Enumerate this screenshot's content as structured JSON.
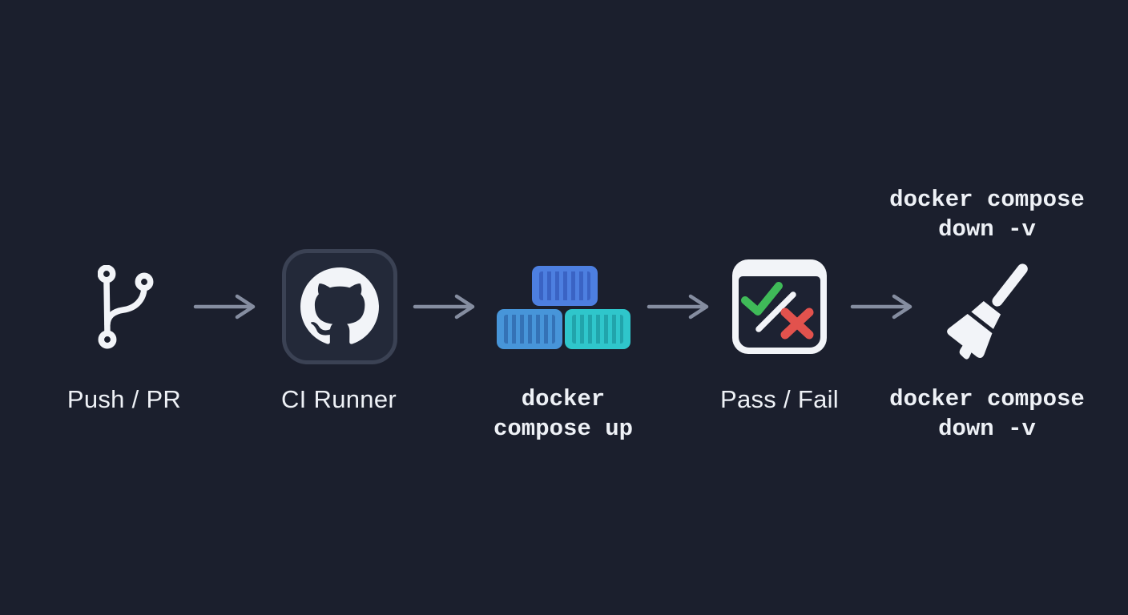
{
  "page": {
    "background_color": "#1b1f2d",
    "text_color": "#eef1f6"
  },
  "flow": {
    "arrow_color": "#858da0",
    "stages": [
      {
        "name": "push-pr",
        "icon": "git-branch-icon",
        "label": "Push / PR"
      },
      {
        "name": "ci-runner",
        "icon": "github-icon",
        "label": "CI Runner"
      },
      {
        "name": "docker-compose-up",
        "icon": "docker-containers-icon",
        "label_line1": "docker",
        "label_line2": "compose up"
      },
      {
        "name": "pass-fail",
        "icon": "pass-fail-window-icon",
        "label": "Pass / Fail"
      },
      {
        "name": "cleanup",
        "icon": "broom-icon",
        "label_line1": "docker compose",
        "label_line2": "down -v",
        "annotation_line1": "docker compose",
        "annotation_line2": "down -v"
      }
    ]
  },
  "colors": {
    "icon_white": "#f2f4f8",
    "github_box_border": "#3b4254",
    "github_box_fill": "#232939",
    "container_top_fill": "#4d7fe0",
    "container_top_stripe": "#3a63c4",
    "container_left_fill": "#4795d9",
    "container_left_stripe": "#3472b6",
    "container_right_fill": "#2fc6cb",
    "container_right_stripe": "#21a4ab",
    "check_green": "#3fba58",
    "cross_red": "#e2524d",
    "slash_white": "#f2f4f8",
    "window_frame": "#f2f4f8",
    "window_inner": "#1d2232"
  }
}
